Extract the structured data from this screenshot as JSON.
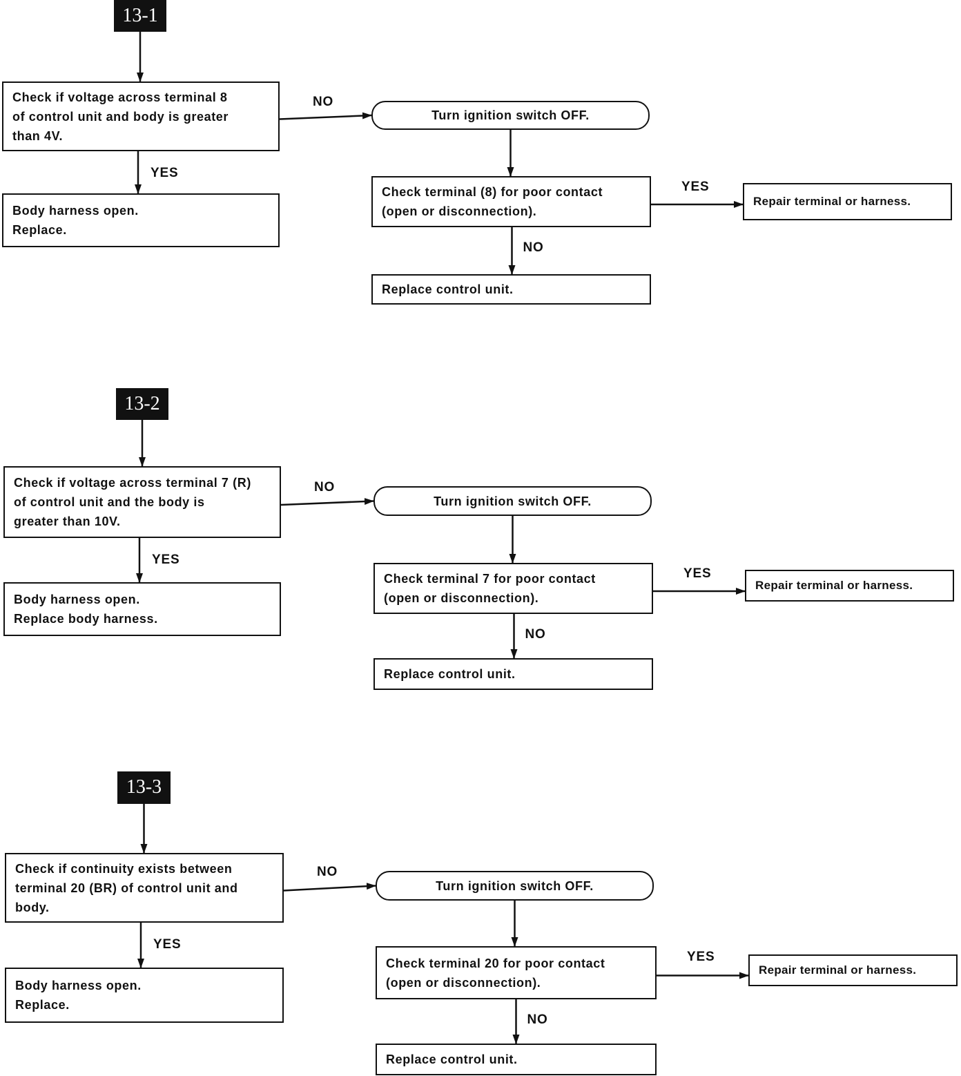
{
  "charts": [
    {
      "id": "13-1",
      "label": "13-1",
      "check": [
        "Check if voltage across terminal 8",
        "of control unit and body is greater",
        "than 4V."
      ],
      "yes_result": [
        "Body harness open.",
        "Replace."
      ],
      "turn_off": "Turn ignition switch OFF.",
      "check_terminal": [
        "Check terminal (8) for poor contact",
        "(open or disconnection)."
      ],
      "repair": "Repair terminal or harness.",
      "replace_unit": "Replace control unit.",
      "no_label": "NO",
      "yes_label": "YES"
    },
    {
      "id": "13-2",
      "label": "13-2",
      "check": [
        "Check if voltage across terminal 7 (R)",
        "of control unit and the body is",
        "greater than 10V."
      ],
      "yes_result": [
        "Body harness open.",
        "Replace body harness."
      ],
      "turn_off": "Turn ignition switch OFF.",
      "check_terminal": [
        "Check terminal 7 for poor contact",
        "(open or disconnection)."
      ],
      "repair": "Repair terminal or harness.",
      "replace_unit": "Replace control unit.",
      "no_label": "NO",
      "yes_label": "YES"
    },
    {
      "id": "13-3",
      "label": "13-3",
      "check": [
        "Check if continuity exists between",
        "terminal 20 (BR) of control unit and",
        "body."
      ],
      "yes_result": [
        "Body harness open.",
        "Replace."
      ],
      "turn_off": "Turn ignition switch OFF.",
      "check_terminal": [
        "Check terminal 20 for poor contact",
        "(open or disconnection)."
      ],
      "repair": "Repair terminal or harness.",
      "replace_unit": "Replace control unit.",
      "no_label": "NO",
      "yes_label": "YES"
    }
  ]
}
